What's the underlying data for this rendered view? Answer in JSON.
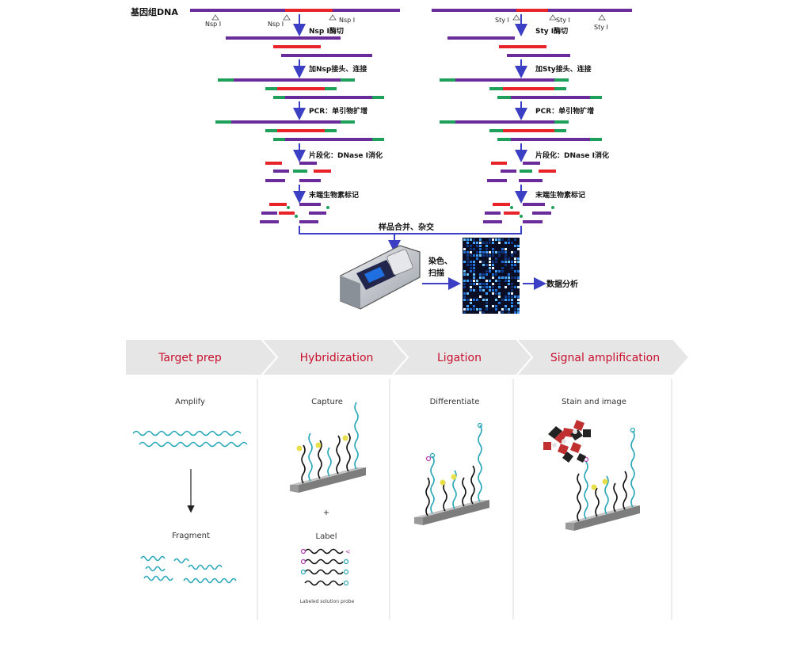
{
  "colors": {
    "purple": "#6a2c9b",
    "red": "#e8242a",
    "green": "#1fa05a",
    "blue_arrow": "#3a3fc4",
    "teal": "#2aa7b8",
    "step_bar": "#e6e6e6",
    "step_text": "#c8102e",
    "chip_dark": "#2a2f4a",
    "array_blue": "#1e6fd8"
  },
  "top": {
    "genome_label": "基因组DNA",
    "left": {
      "sites": [
        "Nsp I",
        "Nsp I",
        "Nsp I"
      ],
      "steps": [
        "Nsp I酶切",
        "加Nsp接头、连接",
        "PCR：单引物扩增",
        "片段化：DNase I消化",
        "末端生物素标记"
      ]
    },
    "right": {
      "sites": [
        "Sty I",
        "Sty I",
        "Sty I"
      ],
      "steps": [
        "Sty I酶切",
        "加Sty接头、连接",
        "PCR：单引物扩增",
        "片段化：DNase I消化",
        "末端生物素标记"
      ]
    },
    "merge_label": "样品合并、杂交",
    "stain_label_1": "染色、",
    "stain_label_2": "扫描",
    "analysis_label": "数据分析"
  },
  "bottom": {
    "stages": [
      "Target prep",
      "Hybridization",
      "Ligation",
      "Signal amplification"
    ],
    "subtitles": {
      "amplify": "Amplify",
      "fragment": "Fragment",
      "capture": "Capture",
      "plus": "+",
      "label": "Label",
      "probe_caption": "Labeled solution probe",
      "differentiate": "Differentiate",
      "stain": "Stain and image"
    }
  }
}
